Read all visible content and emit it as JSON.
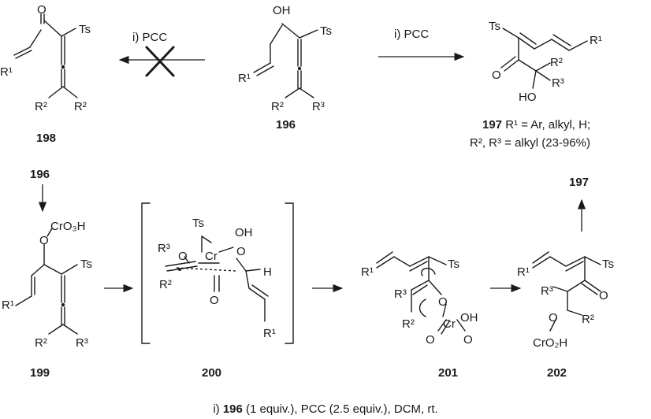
{
  "reagent_top": "i) PCC",
  "compounds": {
    "c196": "196",
    "c197": "197",
    "c198": "198",
    "c199": "199",
    "c200": "200",
    "c201": "201",
    "c202": "202"
  },
  "caption_197": {
    "line1_num": "197",
    "line1_rest": " R¹ = Ar, alkyl, H;",
    "line2": "R², R³ = alkyl (23-96%)"
  },
  "conditions": {
    "prefix": "i) ",
    "bold": "196",
    "rest": " (1 equiv.), PCC (2.5 equiv.), DCM, rt."
  },
  "atoms": {
    "O": "O",
    "OH": "OH",
    "Ts": "Ts",
    "H": "H",
    "Cr": "Cr",
    "R1": "R¹",
    "R2": "R²",
    "R3": "R³",
    "CrO3H": "CrO₃H",
    "CrO2H": "CrO₂H"
  }
}
